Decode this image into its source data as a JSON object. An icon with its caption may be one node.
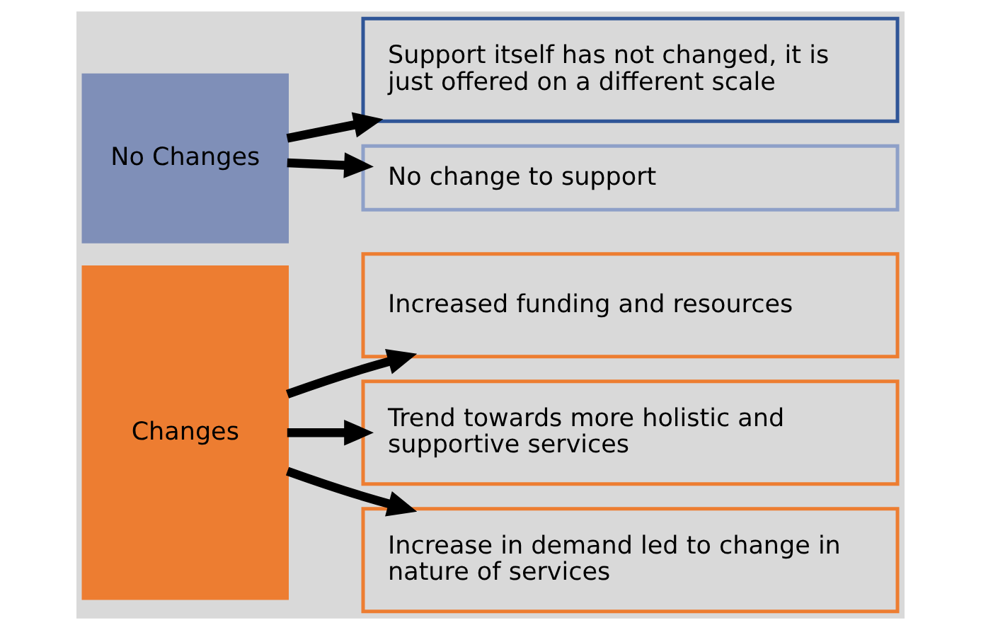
{
  "diagram": {
    "nodes": [
      {
        "text": [
          "No Changes"
        ]
      },
      {
        "text": [
          "No change to support"
        ]
      },
      {
        "text": [
          "Support itself has not changed, it is just offered on a different scale"
        ]
      },
      {
        "text": [
          "Changes"
        ]
      },
      {
        "text": [
          "Increase in demand led to change in nature of services"
        ]
      },
      {
        "text": [
          "Trend towards more holistic and supportive services"
        ]
      },
      {
        "text": [
          "Increased funding and resources"
        ]
      }
    ],
    "edges": [
      {
        "from": 0,
        "to": 1,
        "arrow": "to"
      },
      {
        "from": 0,
        "to": 2,
        "arrow": "to"
      },
      {
        "from": 3,
        "to": 4,
        "arrow": "to"
      },
      {
        "from": 3,
        "to": 5,
        "arrow": "to"
      },
      {
        "from": 3,
        "to": 6,
        "arrow": "to"
      }
    ]
  }
}
